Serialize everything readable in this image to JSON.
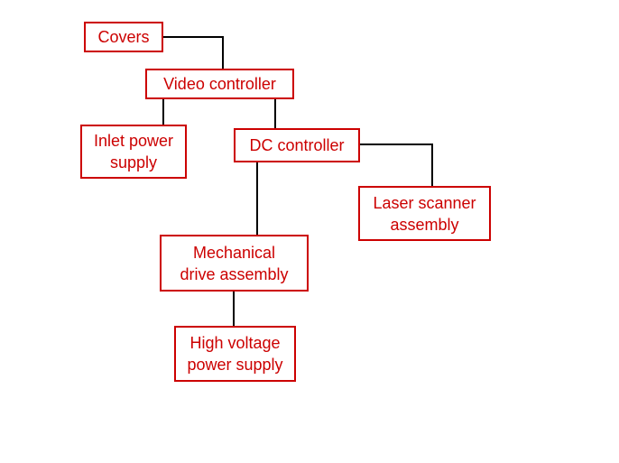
{
  "colors": {
    "box_border": "#cc0000",
    "box_text": "#cc0000",
    "connector": "#000000",
    "background": "#ffffff"
  },
  "nodes": {
    "covers": "Covers",
    "video_controller": "Video controller",
    "inlet_power_supply": "Inlet power\nsupply",
    "dc_controller": "DC controller",
    "laser_scanner_assembly": "Laser scanner\nassembly",
    "mechanical_drive_assembly": "Mechanical\ndrive assembly",
    "high_voltage_power_supply": "High voltage\npower supply"
  }
}
